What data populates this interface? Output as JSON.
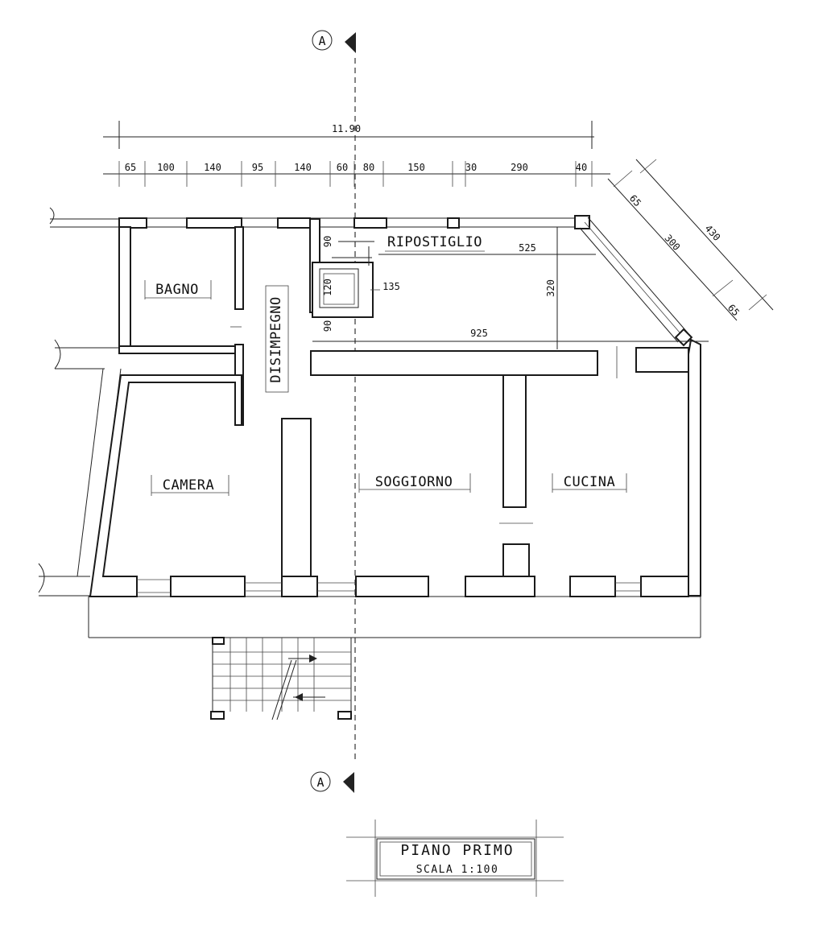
{
  "rooms": {
    "bagno": "BAGNO",
    "disimpegno": "DISIMPEGNO",
    "ripostiglio": "RIPOSTIGLIO",
    "camera": "CAMERA",
    "soggiorno": "SOGGIORNO",
    "cucina": "CUCINA"
  },
  "section_marker": "A",
  "dimensions": {
    "overall": "11.90",
    "top_chain": [
      "65",
      "100",
      "140",
      "95",
      "140",
      "60",
      "80",
      "150",
      "30",
      "290",
      "40"
    ],
    "diag_65_top": "65",
    "diag_300": "300",
    "diag_430": "430",
    "diag_65_bottom": "65",
    "ripostiglio_width": "525",
    "ripostiglio_depth": "90",
    "closet_small": "120",
    "closet_width": "135",
    "height_320": "320",
    "corridor_90": "90",
    "span_925": "925"
  },
  "title_block": {
    "title": "PIANO PRIMO",
    "scale": "SCALA 1:100"
  },
  "colors": {
    "ink": "#1a1a1a",
    "paper": "#ffffff"
  }
}
